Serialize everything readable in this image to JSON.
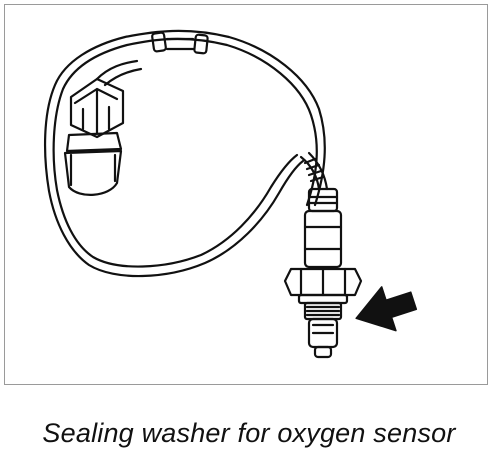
{
  "figure": {
    "caption": "Sealing washer for oxygen sensor",
    "illustration": {
      "subject": "oxygen-sensor",
      "callout": "arrow-pointing-at-sealing-washer",
      "style": "black-line-drawing-on-white"
    }
  },
  "colors": {
    "line": "#111111",
    "frame": "#9a9a9a",
    "background": "#ffffff",
    "arrow": "#111111"
  }
}
